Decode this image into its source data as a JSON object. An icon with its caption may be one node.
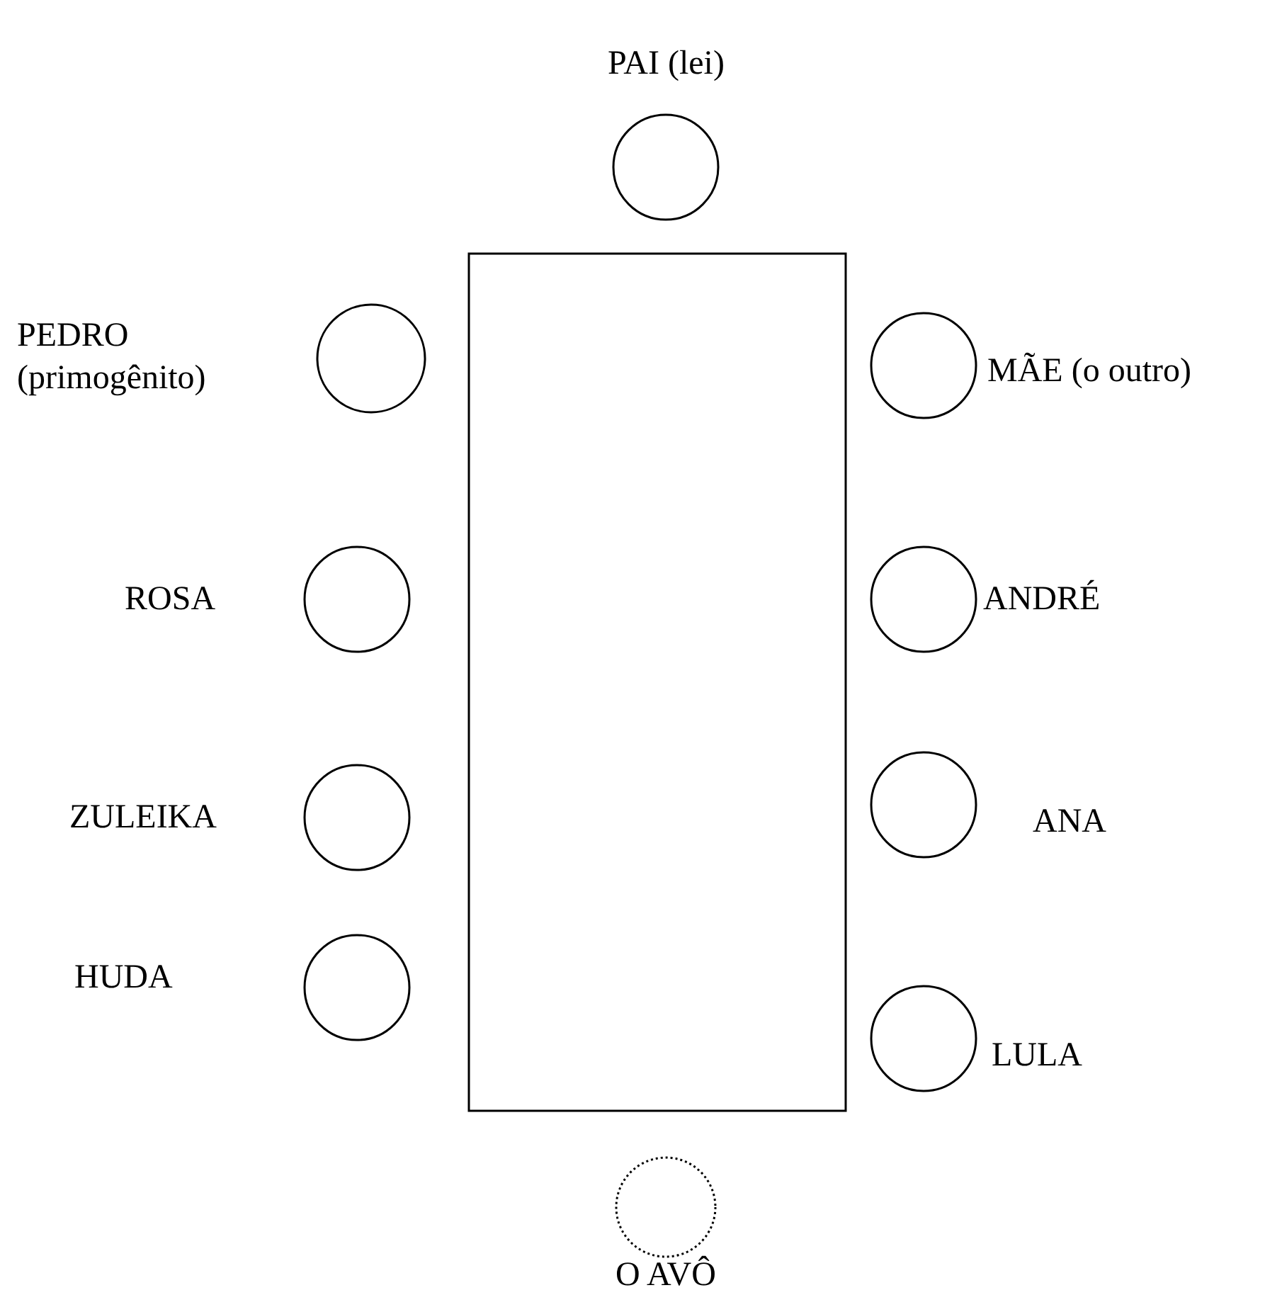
{
  "diagram": {
    "nodes": [
      {
        "text": [],
        "shape": "circle",
        "beside": [
          "PAI (lei)"
        ]
      },
      {
        "text": [],
        "shape": "box"
      },
      {
        "text": [],
        "shape": "circle",
        "beside": [
          "PEDRO (primogênito)"
        ]
      },
      {
        "text": [],
        "shape": "circle",
        "beside": [
          "MÃE (o outro)"
        ]
      },
      {
        "text": [],
        "shape": "circle",
        "beside": [
          "ROSA"
        ]
      },
      {
        "text": [],
        "shape": "circle",
        "beside": [
          "ANDRÉ"
        ]
      },
      {
        "text": [],
        "shape": "circle",
        "beside": [
          "ZULEIKA"
        ]
      },
      {
        "text": [],
        "shape": "circle",
        "beside": [
          "ANA"
        ]
      },
      {
        "text": [],
        "shape": "circle",
        "beside": [
          "HUDA"
        ]
      },
      {
        "text": [],
        "shape": "circle",
        "beside": [
          "LULA"
        ]
      },
      {
        "text": [],
        "shape": "circle",
        "beside": [
          "O AVÔ"
        ]
      }
    ],
    "edges": []
  }
}
